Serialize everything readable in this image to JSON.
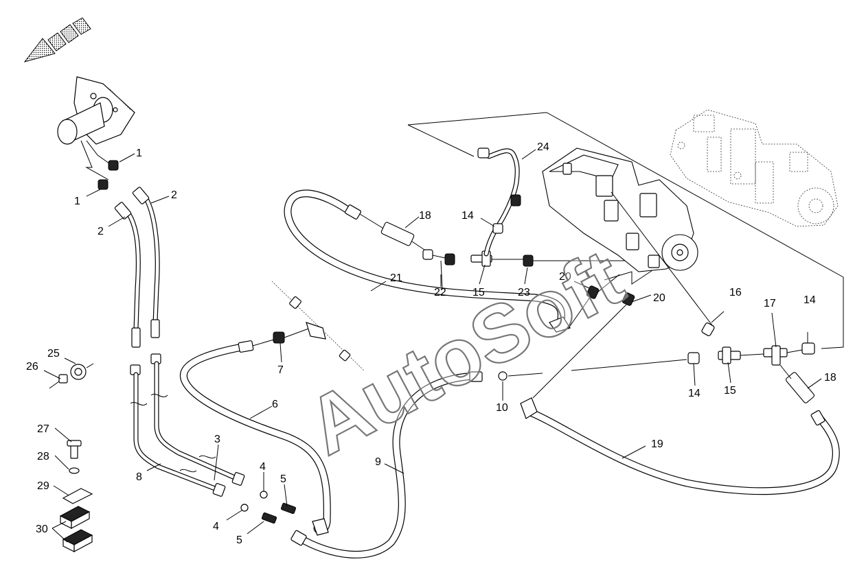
{
  "watermark": "AutoSoft",
  "callouts": [
    {
      "id": "c1a",
      "label": "1"
    },
    {
      "id": "c1b",
      "label": "1"
    },
    {
      "id": "c2a",
      "label": "2"
    },
    {
      "id": "c2b",
      "label": "2"
    },
    {
      "id": "c3",
      "label": "3"
    },
    {
      "id": "c4a",
      "label": "4"
    },
    {
      "id": "c4b",
      "label": "4"
    },
    {
      "id": "c5a",
      "label": "5"
    },
    {
      "id": "c5b",
      "label": "5"
    },
    {
      "id": "c6",
      "label": "6"
    },
    {
      "id": "c7",
      "label": "7"
    },
    {
      "id": "c8",
      "label": "8"
    },
    {
      "id": "c9",
      "label": "9"
    },
    {
      "id": "c10",
      "label": "10"
    },
    {
      "id": "c14a",
      "label": "14"
    },
    {
      "id": "c14b",
      "label": "14"
    },
    {
      "id": "c14c",
      "label": "14"
    },
    {
      "id": "c15a",
      "label": "15"
    },
    {
      "id": "c15b",
      "label": "15"
    },
    {
      "id": "c16",
      "label": "16"
    },
    {
      "id": "c17",
      "label": "17"
    },
    {
      "id": "c18a",
      "label": "18"
    },
    {
      "id": "c18b",
      "label": "18"
    },
    {
      "id": "c19",
      "label": "19"
    },
    {
      "id": "c20a",
      "label": "20"
    },
    {
      "id": "c20b",
      "label": "20"
    },
    {
      "id": "c21",
      "label": "21"
    },
    {
      "id": "c22",
      "label": "22"
    },
    {
      "id": "c23",
      "label": "23"
    },
    {
      "id": "c24",
      "label": "24"
    },
    {
      "id": "c25",
      "label": "25"
    },
    {
      "id": "c26",
      "label": "26"
    },
    {
      "id": "c27",
      "label": "27"
    },
    {
      "id": "c28",
      "label": "28"
    },
    {
      "id": "c29",
      "label": "29"
    },
    {
      "id": "c30",
      "label": "30"
    }
  ]
}
